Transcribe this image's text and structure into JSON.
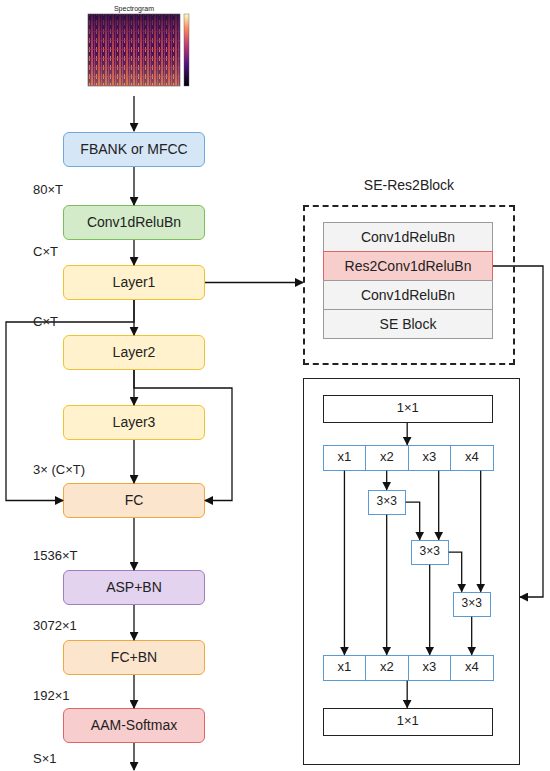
{
  "diagram": {
    "nodes": [
      {
        "text": [
          "FBANK or MFCC"
        ]
      },
      {
        "text": [
          "Conv1dReluBn"
        ]
      },
      {
        "text": [
          "Layer1"
        ]
      },
      {
        "text": [
          "Layer2"
        ]
      },
      {
        "text": [
          "Layer3"
        ]
      },
      {
        "text": [
          "FC"
        ]
      },
      {
        "text": [
          "ASP+BN"
        ]
      },
      {
        "text": [
          "FC+BN"
        ]
      },
      {
        "text": [
          "AAM-Softmax"
        ]
      },
      {
        "text": [
          "SE-Res2Block"
        ]
      },
      {
        "text": [
          "Conv1dReluBn"
        ],
        "in": 9
      },
      {
        "text": [
          "Res2Conv1dReluBn"
        ],
        "in": 9
      },
      {
        "text": [
          "Conv1dReluBn"
        ],
        "in": 9
      },
      {
        "text": [
          "SE Block"
        ],
        "in": 9
      },
      {
        "text": []
      },
      {
        "text": [
          "1×1"
        ],
        "in": 14
      },
      {
        "text": [
          "x1"
        ],
        "in": 14
      },
      {
        "text": [
          "x2"
        ],
        "in": 14
      },
      {
        "text": [
          "x3"
        ],
        "in": 14
      },
      {
        "text": [
          "x4"
        ],
        "in": 14
      },
      {
        "text": [
          "3×3"
        ],
        "in": 14
      },
      {
        "text": [
          "3×3"
        ],
        "in": 14
      },
      {
        "text": [
          "3×3"
        ],
        "in": 14
      },
      {
        "text": [
          "x1"
        ],
        "in": 14
      },
      {
        "text": [
          "x2"
        ],
        "in": 14
      },
      {
        "text": [
          "x3"
        ],
        "in": 14
      },
      {
        "text": [
          "x4"
        ],
        "in": 14
      },
      {
        "text": [
          "1×1"
        ],
        "in": 14
      }
    ],
    "edges": [
      {
        "from": 0,
        "to": 1,
        "arrow": "to"
      },
      {
        "from": 1,
        "to": 2,
        "arrow": "to"
      },
      {
        "from": 2,
        "to": 3,
        "arrow": "to"
      },
      {
        "from": 3,
        "to": 4,
        "arrow": "to"
      },
      {
        "from": 4,
        "to": 5,
        "arrow": "to"
      },
      {
        "from": 2,
        "to": 5,
        "arrow": "to"
      },
      {
        "from": 3,
        "to": 5,
        "arrow": "to"
      },
      {
        "from": 5,
        "to": 6,
        "arrow": "to"
      },
      {
        "from": 6,
        "to": 7,
        "arrow": "to"
      },
      {
        "from": 7,
        "to": 8,
        "arrow": "to"
      },
      {
        "from": 2,
        "to": 9,
        "arrow": "to"
      },
      {
        "from": 11,
        "to": 14,
        "arrow": "to"
      },
      {
        "from": 15,
        "to": 17,
        "arrow": "to"
      },
      {
        "from": 16,
        "to": 23,
        "arrow": "to"
      },
      {
        "from": 17,
        "to": 20,
        "arrow": "to"
      },
      {
        "from": 20,
        "to": 24,
        "arrow": "to"
      },
      {
        "from": 20,
        "to": 21,
        "arrow": "to"
      },
      {
        "from": 18,
        "to": 21,
        "arrow": "to"
      },
      {
        "from": 21,
        "to": 25,
        "arrow": "to"
      },
      {
        "from": 21,
        "to": 22,
        "arrow": "to"
      },
      {
        "from": 19,
        "to": 22,
        "arrow": "to"
      },
      {
        "from": 22,
        "to": 26,
        "arrow": "to"
      },
      {
        "from": 24,
        "to": 27,
        "arrow": "to"
      }
    ],
    "labels": [
      "Spectrogram",
      "80×T",
      "C×T",
      "C×T",
      "3× (C×T)",
      "1536×T",
      "3072×1",
      "192×1",
      "S×1"
    ]
  }
}
